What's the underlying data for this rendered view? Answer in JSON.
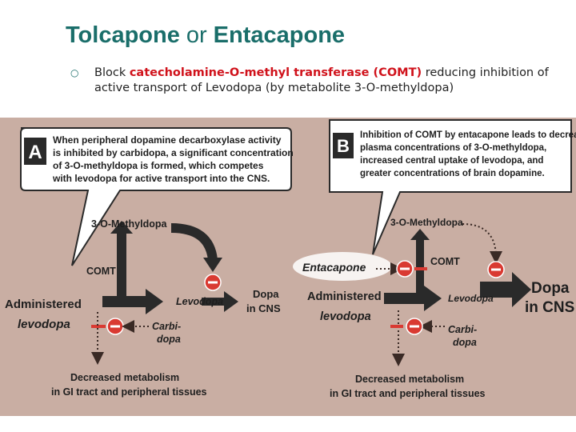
{
  "slide": {
    "title_part1": "Tolcapone",
    "title_or": "or",
    "title_part2": "Entacapone",
    "bullet_symbol": "○",
    "bullet_pre": "Block ",
    "bullet_highlight": "catecholamine-O-methyl transferase (COMT)",
    "bullet_post": " reducing inhibition of active transport of Levodopa (by metabolite 3-O-methyldopa)"
  },
  "panel_a": {
    "letter": "A",
    "callout_lines": [
      "When peripheral dopamine decarboxylase activity",
      "is inhibited by carbidopa, a significant concentration",
      "of 3-O-methyldopa is formed, which competes",
      "with levodopa for active transport into the CNS."
    ],
    "omd": "3-O-Methyldopa",
    "comt": "COMT",
    "administered": "Administered",
    "levodopa_input": "levodopa",
    "levodopa": "Levodopa",
    "dopa": "Dopa",
    "in_cns": "in CNS",
    "carbi": "Carbi-",
    "dopa_drug": "dopa",
    "decreased": "Decreased metabolism",
    "gi": "in GI tract and peripheral tissues"
  },
  "panel_b": {
    "letter": "B",
    "callout_lines": [
      "Inhibition of COMT by entacapone leads to decreased",
      "plasma concentrations of 3-O-methyldopa,",
      "increased central uptake of levodopa, and",
      "greater concentrations of brain dopamine."
    ],
    "entacapone": "Entacapone",
    "omd": "3-O-Methyldopa",
    "comt": "COMT",
    "administered": "Administered",
    "levodopa_input": "levodopa",
    "levodopa": "Levodopa",
    "dopa": "Dopa",
    "in_cns": "in CNS",
    "carbi": "Carbi-",
    "dopa_drug": "dopa",
    "decreased": "Decreased metabolism",
    "gi": "in GI tract and peripheral tissues"
  },
  "colors": {
    "title": "#1a6e6a",
    "highlight": "#d0121b",
    "panel_bg": "#c9aea3",
    "inhibit": "#d93a32"
  }
}
